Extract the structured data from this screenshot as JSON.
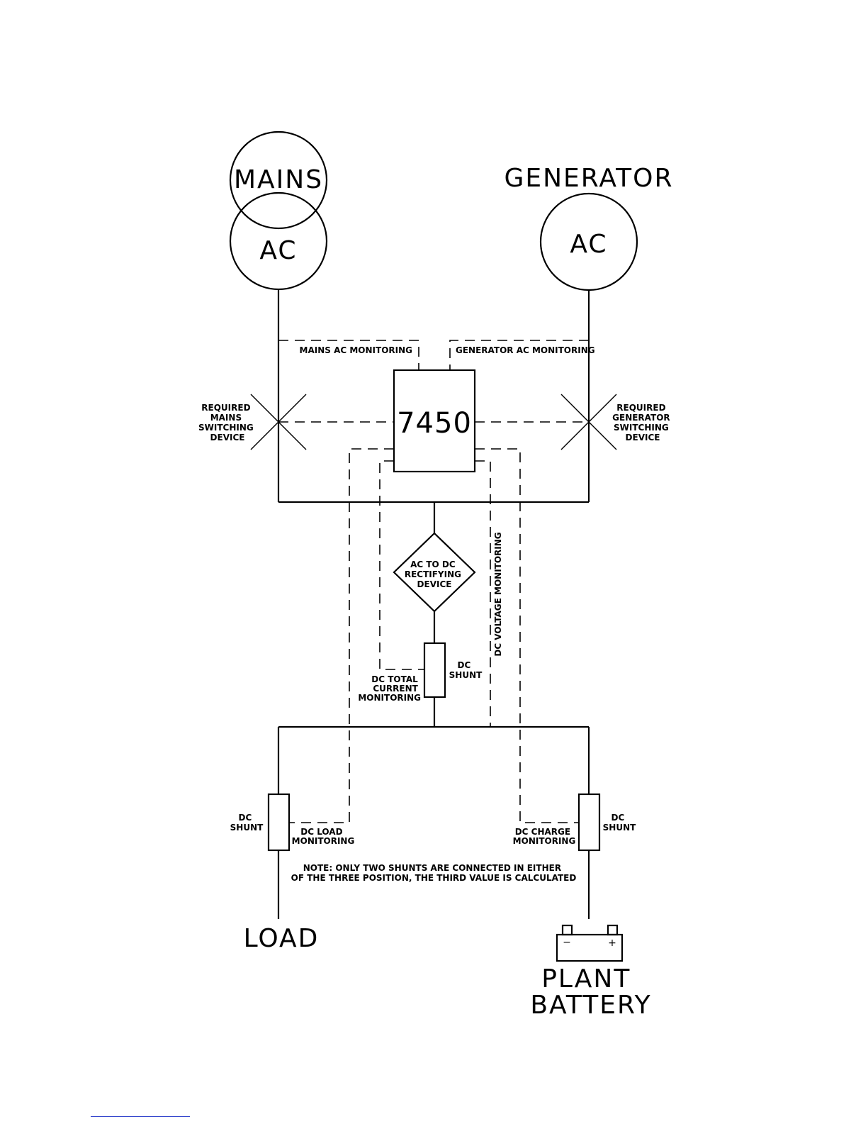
{
  "sources": {
    "mains_title": "MAINS",
    "mains_ac": "AC",
    "generator_title": "GENERATOR",
    "generator_ac": "AC"
  },
  "monitoring": {
    "mains_ac": "MAINS AC MONITORING",
    "generator_ac": "GENERATOR AC MONITORING",
    "dc_voltage": "DC VOLTAGE MONITORING",
    "dc_total_current": [
      "DC TOTAL",
      "CURRENT",
      "MONITORING"
    ],
    "dc_load": [
      "DC LOAD",
      "MONITORING"
    ],
    "dc_charge": [
      "DC CHARGE",
      "MONITORING"
    ]
  },
  "switching": {
    "mains": [
      "REQUIRED",
      "MAINS",
      "SWITCHING",
      "DEVICE"
    ],
    "generator": [
      "REQUIRED",
      "GENERATOR",
      "SWITCHING",
      "DEVICE"
    ]
  },
  "controller": {
    "label": "7450"
  },
  "rectifier": {
    "lines": [
      "AC TO DC",
      "RECTIFYING",
      "DEVICE"
    ]
  },
  "shunts": {
    "center": [
      "DC",
      "SHUNT"
    ],
    "load": [
      "DC",
      "SHUNT"
    ],
    "charge": [
      "DC",
      "SHUNT"
    ]
  },
  "note": [
    "NOTE:  ONLY TWO SHUNTS ARE CONNECTED IN EITHER",
    "OF THE THREE POSITION, THE THIRD VALUE IS CALCULATED"
  ],
  "outputs": {
    "load": "LOAD",
    "battery_minus": "−",
    "battery_plus": "+",
    "battery_lines": [
      "PLANT",
      "BATTERY"
    ]
  }
}
